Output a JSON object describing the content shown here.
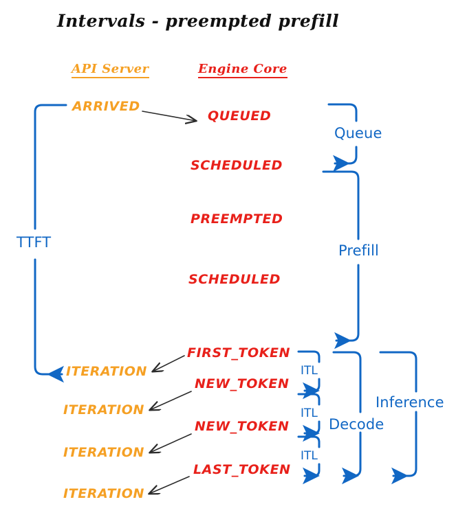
{
  "title": "Intervals - preempted prefill",
  "colors": {
    "api_server": "#F5A024",
    "engine_core": "#E8201A",
    "interval_blue": "#1167C4",
    "arrow_black": "#2B2B2B",
    "background": "#FFFFFF"
  },
  "columns": [
    {
      "label": "API Server",
      "color": "#F5A024"
    },
    {
      "label": "Engine Core",
      "color": "#E8201A"
    }
  ],
  "api_states": [
    {
      "label": "ARRIVED"
    },
    {
      "label": "ITERATION"
    },
    {
      "label": "ITERATION"
    },
    {
      "label": "ITERATION"
    },
    {
      "label": "ITERATION"
    }
  ],
  "engine_states": [
    {
      "label": "QUEUED"
    },
    {
      "label": "SCHEDULED"
    },
    {
      "label": "PREEMPTED"
    },
    {
      "label": "SCHEDULED"
    },
    {
      "label": "FIRST_TOKEN"
    },
    {
      "label": "NEW_TOKEN"
    },
    {
      "label": "NEW_TOKEN"
    },
    {
      "label": "LAST_TOKEN"
    }
  ],
  "intervals": [
    {
      "label": "TTFT",
      "side": "left"
    },
    {
      "label": "Queue",
      "side": "right"
    },
    {
      "label": "Prefill",
      "side": "right"
    },
    {
      "label": "ITL",
      "side": "right"
    },
    {
      "label": "ITL",
      "side": "right"
    },
    {
      "label": "ITL",
      "side": "right"
    },
    {
      "label": "Decode",
      "side": "right"
    },
    {
      "label": "Inference",
      "side": "right"
    }
  ]
}
